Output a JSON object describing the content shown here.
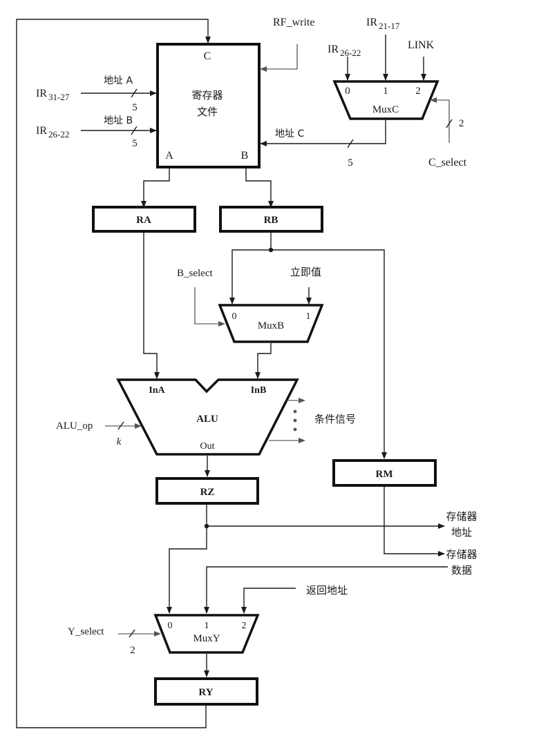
{
  "diagram": {
    "title": "Datapath",
    "register_file": {
      "label_line1": "寄存器",
      "label_line2": "文件",
      "port_c": "C",
      "port_a": "A",
      "port_b": "B",
      "write_signal": "RF_write",
      "addr_a_label": "地址 A",
      "addr_b_label": "地址 B",
      "addr_c_label": "地址 C",
      "addr_a_width": "5",
      "addr_b_width": "5",
      "addr_c_width": "5",
      "addr_a_source": {
        "base": "IR",
        "sub": "31-27"
      },
      "addr_b_source": {
        "base": "IR",
        "sub": "26-22"
      }
    },
    "mux_c": {
      "label": "MuxC",
      "inputs": [
        "0",
        "1",
        "2"
      ],
      "input_sources": [
        {
          "base": "IR",
          "sub": "26-22"
        },
        {
          "base": "IR",
          "sub": "21-17"
        },
        {
          "base": "LINK",
          "sub": ""
        }
      ],
      "select": "C_select",
      "select_width": "2"
    },
    "registers": {
      "ra": "RA",
      "rb": "RB",
      "rz": "RZ",
      "rm": "RM",
      "ry": "RY"
    },
    "mux_b": {
      "label": "MuxB",
      "inputs": [
        "0",
        "1"
      ],
      "select": "B_select",
      "immediate": "立即值"
    },
    "alu": {
      "label": "ALU",
      "in_a": "InA",
      "in_b": "InB",
      "out": "Out",
      "op": "ALU_op",
      "op_width": "k",
      "condition_signals": "条件信号"
    },
    "memory": {
      "address_line1": "存储器",
      "address_line2": "地址",
      "data_line1": "存储器",
      "data_line2": "数据"
    },
    "mux_y": {
      "label": "MuxY",
      "inputs": [
        "0",
        "1",
        "2"
      ],
      "select": "Y_select",
      "select_width": "2",
      "return_address": "返回地址"
    }
  }
}
